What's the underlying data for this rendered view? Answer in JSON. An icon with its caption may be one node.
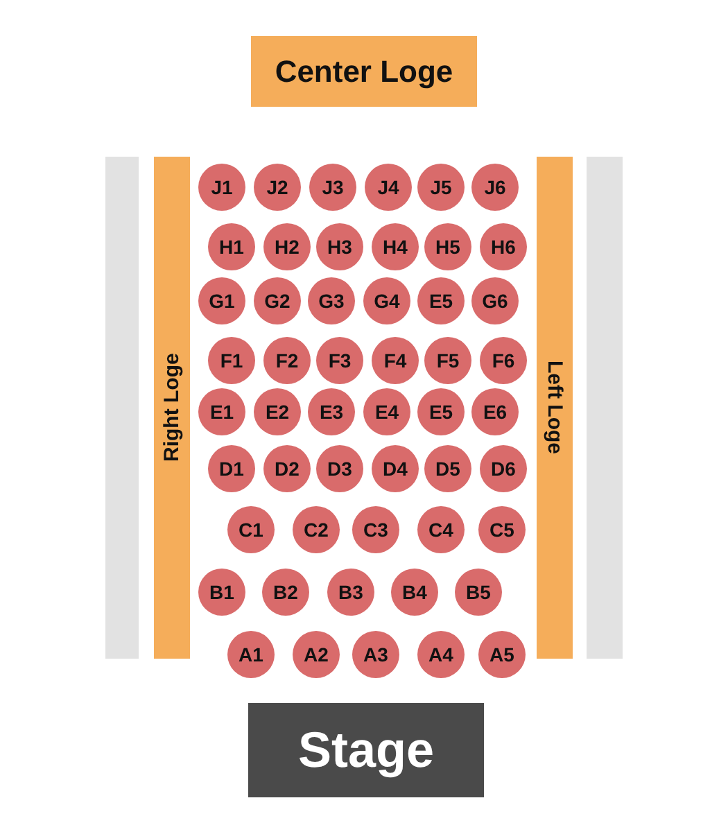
{
  "diagram": {
    "nodes": [
      {
        "text": [
          "Center Loge"
        ]
      },
      {
        "text": [],
        "shape": "bar"
      },
      {
        "text": [
          "Right Loge"
        ]
      },
      {
        "text": [
          "J1"
        ]
      },
      {
        "text": [
          "J2"
        ]
      },
      {
        "text": [
          "J3"
        ]
      },
      {
        "text": [
          "J4"
        ]
      },
      {
        "text": [
          "J5"
        ]
      },
      {
        "text": [
          "J6"
        ]
      },
      {
        "text": [
          "H1"
        ]
      },
      {
        "text": [
          "H2"
        ]
      },
      {
        "text": [
          "H3"
        ]
      },
      {
        "text": [
          "H4"
        ]
      },
      {
        "text": [
          "H5"
        ]
      },
      {
        "text": [
          "H6"
        ]
      },
      {
        "text": [
          "G1"
        ]
      },
      {
        "text": [
          "G2"
        ]
      },
      {
        "text": [
          "G3"
        ]
      },
      {
        "text": [
          "G4"
        ]
      },
      {
        "text": [
          "E5"
        ]
      },
      {
        "text": [
          "G6"
        ]
      },
      {
        "text": [
          "F1"
        ]
      },
      {
        "text": [
          "F2"
        ]
      },
      {
        "text": [
          "F3"
        ]
      },
      {
        "text": [
          "F4"
        ]
      },
      {
        "text": [
          "F5"
        ]
      },
      {
        "text": [
          "F6"
        ]
      },
      {
        "text": [
          "E1"
        ]
      },
      {
        "text": [
          "E2"
        ]
      },
      {
        "text": [
          "E3"
        ]
      },
      {
        "text": [
          "E4"
        ]
      },
      {
        "text": [
          "E5"
        ]
      },
      {
        "text": [
          "E6"
        ]
      },
      {
        "text": [
          "D1"
        ]
      },
      {
        "text": [
          "D2"
        ]
      },
      {
        "text": [
          "D3"
        ]
      },
      {
        "text": [
          "D4"
        ]
      },
      {
        "text": [
          "D5"
        ]
      },
      {
        "text": [
          "D6"
        ]
      },
      {
        "text": [
          "C1"
        ]
      },
      {
        "text": [
          "C2"
        ]
      },
      {
        "text": [
          "C3"
        ]
      },
      {
        "text": [
          "C4"
        ]
      },
      {
        "text": [
          "C5"
        ]
      },
      {
        "text": [
          "B1"
        ]
      },
      {
        "text": [
          "B2"
        ]
      },
      {
        "text": [
          "B3"
        ]
      },
      {
        "text": [
          "B4"
        ]
      },
      {
        "text": [
          "B5"
        ]
      },
      {
        "text": [
          "A1"
        ]
      },
      {
        "text": [
          "A2"
        ]
      },
      {
        "text": [
          "A3"
        ]
      },
      {
        "text": [
          "A4"
        ]
      },
      {
        "text": [
          "A5"
        ]
      },
      {
        "text": [
          "Left Loge"
        ]
      },
      {
        "text": [],
        "shape": "bar"
      },
      {
        "text": [
          "Stage"
        ]
      }
    ]
  }
}
